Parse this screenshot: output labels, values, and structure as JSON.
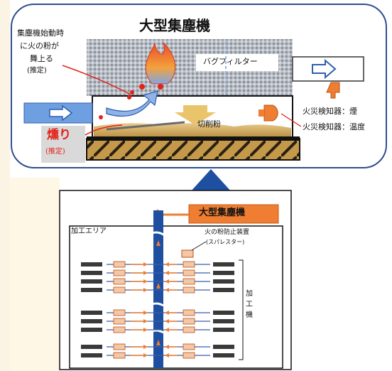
{
  "top_diagram": {
    "title": "大型集塵機",
    "note_line1": "集塵機始動時",
    "note_line2": "に火の粉が",
    "note_line3": "舞上る",
    "note_estimate": "(推定)",
    "bag_filter": "バグフィルター",
    "smolder": "燻り",
    "smolder_estimate": "(推定)",
    "chips": "切削粉",
    "detector_smoke": "火災検知器：煙",
    "detector_temp": "火災検知器：温度"
  },
  "bottom_diagram": {
    "collector_label": "大型集塵機",
    "area_label": "加工エリア",
    "spark_arrester": "火の粉防止装置",
    "spark_arrester_sub": "(スパレスター)",
    "machine_c1": "加",
    "machine_c2": "工",
    "machine_c3": "機"
  },
  "colors": {
    "frame": "#2f4f8f",
    "duct": "#1f4fa0",
    "collector_fill": "#ef7d32",
    "flame": "#e8492b",
    "chips": "#c9a24a",
    "sky": "#5b8fd6"
  }
}
